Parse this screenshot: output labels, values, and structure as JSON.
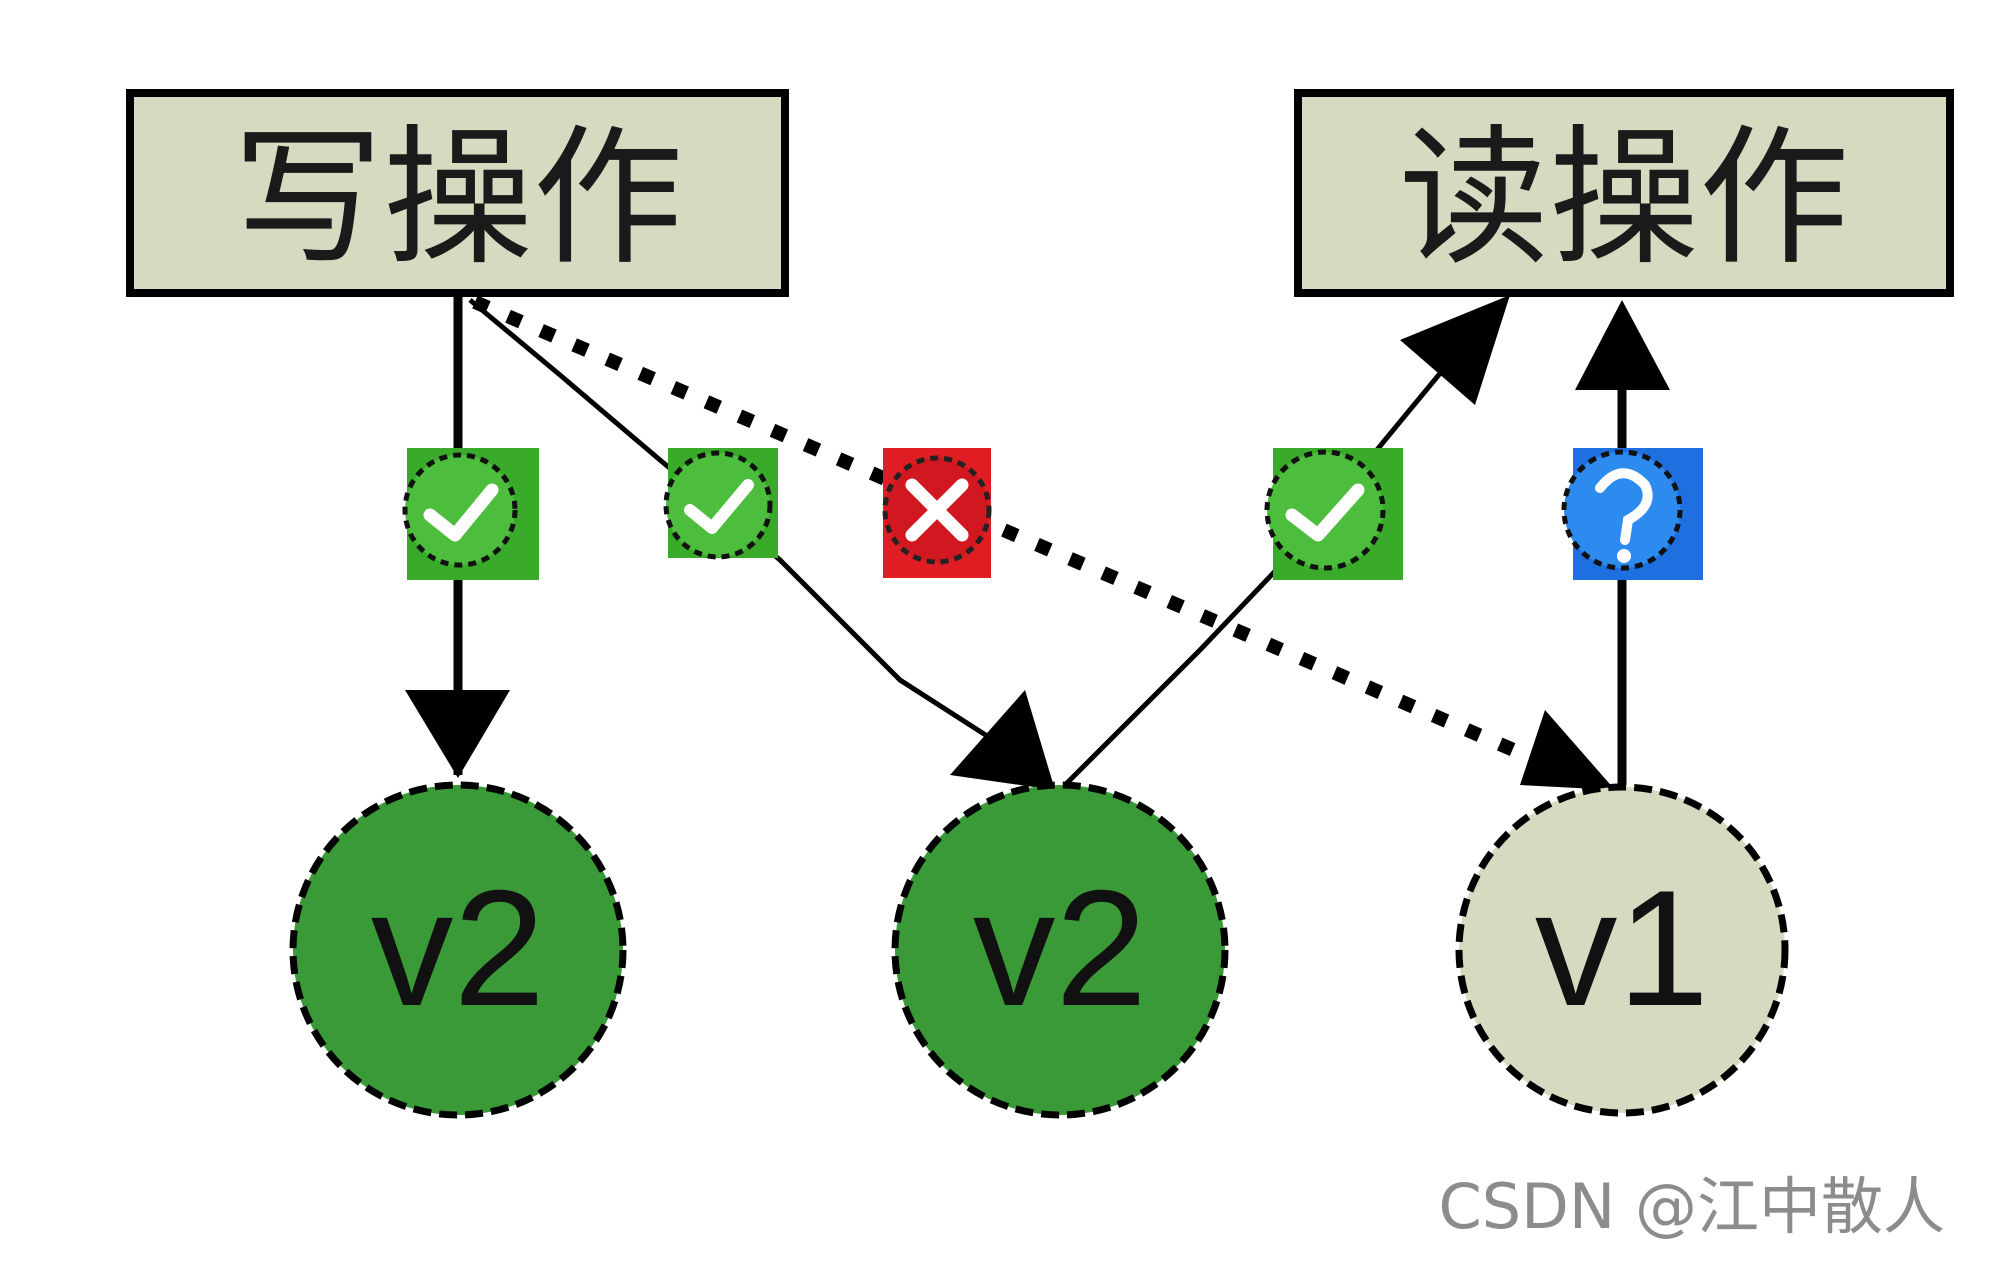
{
  "boxes": {
    "write": {
      "label": "写操作"
    },
    "read": {
      "label": "读操作"
    }
  },
  "nodes": [
    {
      "id": "replica-1",
      "label": "v2",
      "state": "updated"
    },
    {
      "id": "replica-2",
      "label": "v2",
      "state": "updated"
    },
    {
      "id": "replica-3",
      "label": "v1",
      "state": "stale"
    }
  ],
  "edges": [
    {
      "from": "write",
      "to": "replica-1",
      "style": "solid",
      "status": "success",
      "status_icon": "check-icon"
    },
    {
      "from": "write",
      "to": "replica-2",
      "style": "solid",
      "status": "success",
      "status_icon": "check-icon"
    },
    {
      "from": "write",
      "to": "replica-3",
      "style": "dotted",
      "status": "failure",
      "status_icon": "x-icon"
    },
    {
      "from": "replica-2",
      "to": "read",
      "style": "solid",
      "status": "success",
      "status_icon": "check-icon"
    },
    {
      "from": "replica-3",
      "to": "read",
      "style": "solid",
      "status": "unknown",
      "status_icon": "question-icon"
    }
  ],
  "colors": {
    "box_fill": "#d7d9c0",
    "updated_node": "#3a9a38",
    "stale_node": "#d7d9c0",
    "success_badge": "#3aaa2a",
    "failure_badge": "#e11d24",
    "unknown_badge": "#1e6fe0"
  },
  "watermark": "CSDN @江中散人"
}
